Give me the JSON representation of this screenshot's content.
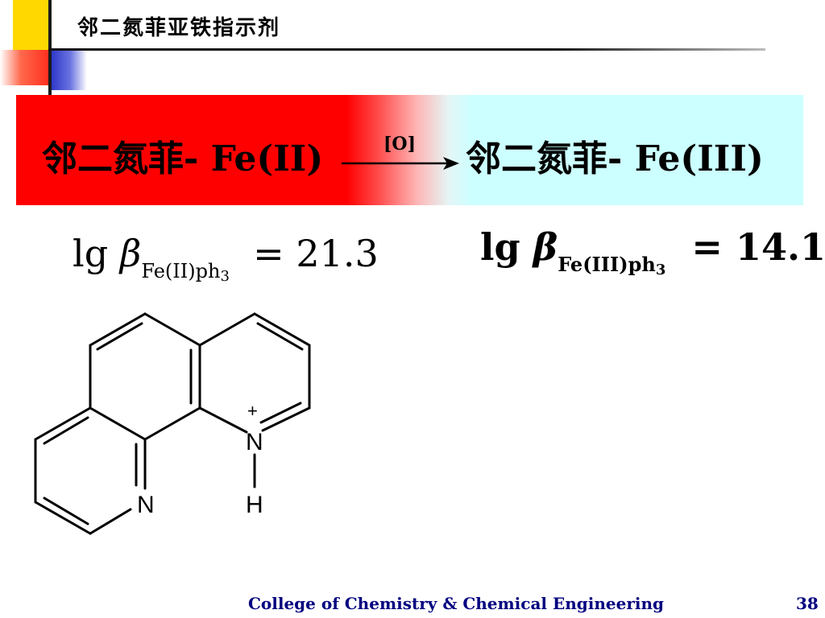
{
  "slide": {
    "title": "邻二氮菲亚铁指示剂",
    "page_number": "38"
  },
  "banner": {
    "left_name": "邻二氮菲",
    "left_ion": "- Fe(II)",
    "oxidant": "[O]",
    "right_name": "邻二氮菲",
    "right_ion": "- Fe(III)",
    "colors": {
      "left": "#FF0000",
      "right": "#CCFFFF"
    }
  },
  "equation_left": {
    "lg": "lg",
    "beta": "β",
    "subscript": "Fe(II)ph",
    "subscript_index": "3",
    "equals": "=",
    "value": "21.3"
  },
  "equation_right": {
    "lg": "lg",
    "beta": "β",
    "subscript": "Fe(III)ph",
    "subscript_index": "3",
    "equals": "=",
    "value": "14.1"
  },
  "molecule": {
    "n_left": "N",
    "n_right": "N",
    "h_label": "H",
    "charge": "+"
  },
  "footer": {
    "institution": "College of Chemistry & Chemical Engineering"
  }
}
